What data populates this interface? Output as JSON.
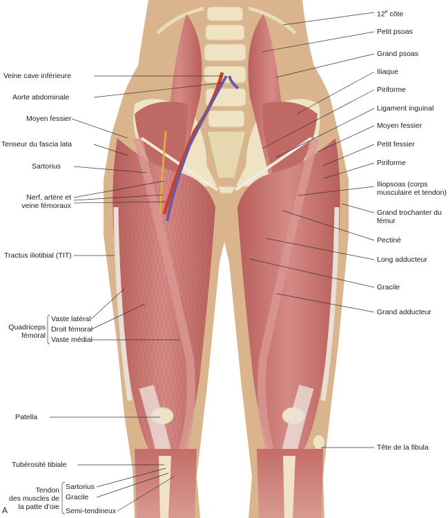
{
  "figure_letter": "A",
  "labels_left": {
    "veine_cave": "Veine cave inférieure",
    "aorte": "Aorte abdominale",
    "moyen_fessier": "Moyen fessier",
    "tenseur": "Tenseur du fascia lata",
    "sartorius": "Sartorius",
    "nerf_line1": "Nerf, artère et",
    "nerf_line2": "veine fémoraux",
    "tractus": "Tractus iliotibial (TIT)",
    "quadriceps_line1": "Quadriceps",
    "quadriceps_line2": "fémoral",
    "vaste_lateral": "Vaste latéral",
    "droit_femoral": "Droit fémoral",
    "vaste_medial": "Vaste médial",
    "patella": "Patella",
    "tuberosite": "Tubérosité tibiale",
    "tendon_line1": "Tendon",
    "tendon_line2": "des muscles de",
    "tendon_line3": "la patte d’oie",
    "t_sartorius": "Sartorius",
    "t_gracile": "Gracile",
    "t_semi": "Semi-tendineux"
  },
  "labels_right": {
    "cote_prefix": "12",
    "cote_sup": "e",
    "cote_suffix": " côte",
    "petit_psoas": "Petit psoas",
    "grand_psoas": "Grand psoas",
    "iliaque": "Iliaque",
    "piriforme1": "Piriforme",
    "ligament": "Ligament inguinal",
    "moyen_fessier": "Moyen fessier",
    "petit_fessier": "Petit fessier",
    "piriforme2": "Piriforme",
    "iliopsoas_line1": "Iliopsoas (corps",
    "iliopsoas_line2": "musculaire et tendon)",
    "trochanter_line1": "Grand trochanter du",
    "trochanter_line2": "fémur",
    "pectine": "Pectiné",
    "long_adducteur": "Long adducteur",
    "gracile": "Gracile",
    "grand_adducteur": "Grand adducteur",
    "tete_fibula": "Tête de la fibula"
  },
  "colors": {
    "skin": "#d9b48c",
    "muscle": "#c97572",
    "muscle_dark": "#a9504e",
    "tendon": "#ecdfd8",
    "bone": "#efe3c4",
    "artery": "#c8402c",
    "vein": "#6b5aa3",
    "nerve": "#e6b23a",
    "leader": "#333333"
  }
}
